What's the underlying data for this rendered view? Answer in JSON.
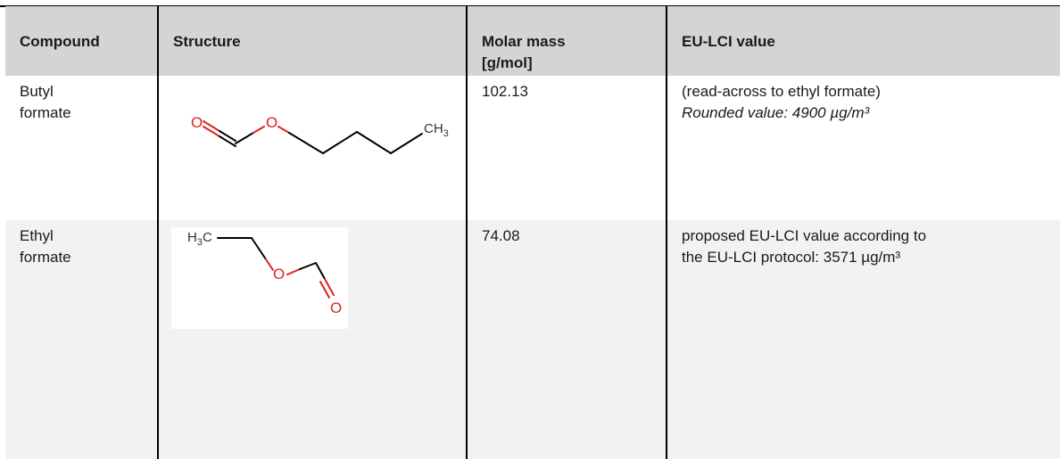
{
  "table": {
    "headers": {
      "compound": "Compound",
      "structure": "Structure",
      "molar_mass_line1": "Molar mass",
      "molar_mass_line2": "[g/mol]",
      "lci_value": "EU-LCI value"
    },
    "rows": [
      {
        "compound_line1": "Butyl",
        "compound_line2": "formate",
        "molar_mass": "102.13",
        "lci_line1": "(read-across to ethyl formate)",
        "lci_line2": "Rounded value: 4900 µg/m³",
        "structure_labels": {
          "o1": "O",
          "o2": "O",
          "ch3": "CH",
          "sub": "3"
        }
      },
      {
        "compound_line1": "Ethyl",
        "compound_line2": "formate",
        "molar_mass": "74.08",
        "lci_line1": "proposed EU-LCI value according to",
        "lci_line2": "the EU-LCI protocol: 3571 µg/m³",
        "structure_labels": {
          "h3c_h": "H",
          "h3c_sub": "3",
          "h3c_c": "C",
          "o1": "O",
          "o2": "O"
        }
      }
    ]
  },
  "colors": {
    "header_bg": "#d4d4d4",
    "row_alt_bg": "#f2f2f2",
    "oxygen": "#e02020",
    "bond": "#000000"
  }
}
